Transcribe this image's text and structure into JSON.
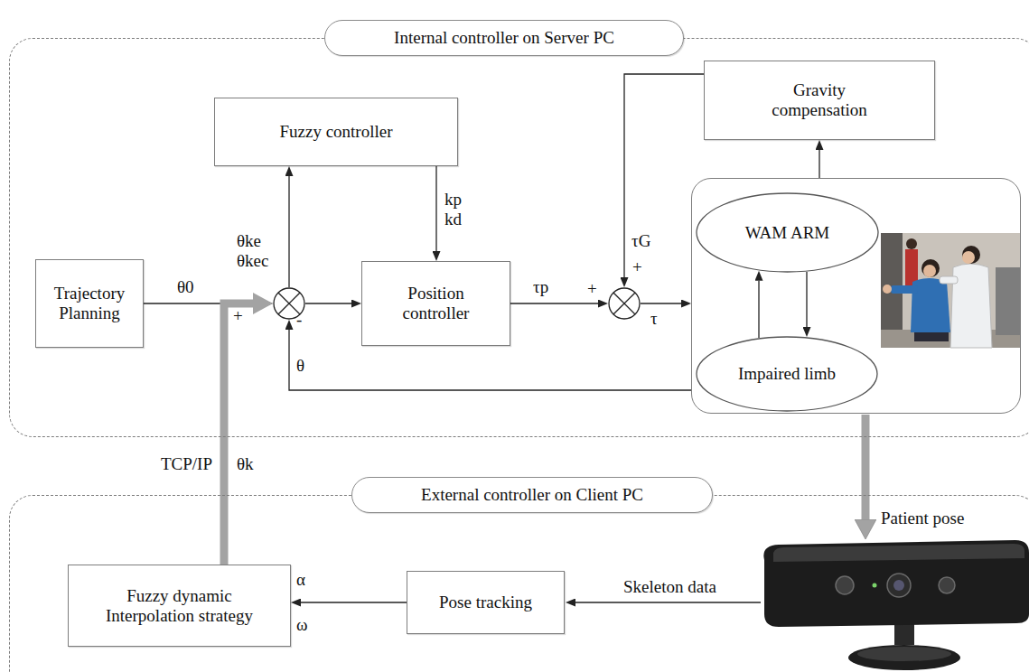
{
  "diagram": {
    "nodes": [
      {
        "text": [
          "Internal controller on Server PC"
        ]
      },
      {
        "text": [
          "Trajectory Planning"
        ],
        "in": 0
      },
      {
        "text": [
          "+",
          "-"
        ],
        "in": 0
      },
      {
        "text": [
          "Fuzzy controller"
        ],
        "in": 0
      },
      {
        "text": [
          "Position controller"
        ],
        "in": 0
      },
      {
        "text": [
          "+",
          "+"
        ],
        "in": 0
      },
      {
        "text": [
          "Gravity compensation"
        ],
        "in": 0
      },
      {
        "text": [],
        "in": 0
      },
      {
        "text": [
          "WAM ARM"
        ],
        "in": 7
      },
      {
        "text": [
          "Impaired limb"
        ],
        "in": 7
      },
      {
        "text": [
          "External controller on Client PC"
        ]
      },
      {
        "text": [
          "Fuzzy dynamic Interpolation strategy"
        ],
        "in": 10
      },
      {
        "text": [
          "Pose tracking"
        ],
        "in": 10
      }
    ],
    "edges": [
      {
        "from": 1,
        "to": 2,
        "arrow": "to",
        "label": "θ0"
      },
      {
        "from": 2,
        "to": 3,
        "arrow": "to",
        "label": "θke θkec"
      },
      {
        "from": 2,
        "to": 4,
        "arrow": "to"
      },
      {
        "from": 3,
        "to": 4,
        "arrow": "to",
        "label": "kp kd"
      },
      {
        "from": 4,
        "to": 5,
        "arrow": "to",
        "label": "τp"
      },
      {
        "from": 6,
        "to": 5,
        "arrow": "to",
        "label": "τG"
      },
      {
        "from": 5,
        "to": 7,
        "arrow": "to",
        "label": "τ"
      },
      {
        "from": 7,
        "to": 6,
        "arrow": "to"
      },
      {
        "from": 7,
        "to": 2,
        "arrow": "to",
        "label": "θ"
      },
      {
        "from": 9,
        "to": 8,
        "arrow": "to"
      },
      {
        "from": 8,
        "to": 9,
        "arrow": "to"
      },
      {
        "from": 11,
        "to": 2,
        "arrow": "to",
        "label": "θk"
      },
      {
        "from": 12,
        "to": 11,
        "arrow": "to",
        "label": "α ω"
      }
    ],
    "labels": [
      "TCP/IP",
      "Patient pose",
      "Skeleton data"
    ]
  }
}
